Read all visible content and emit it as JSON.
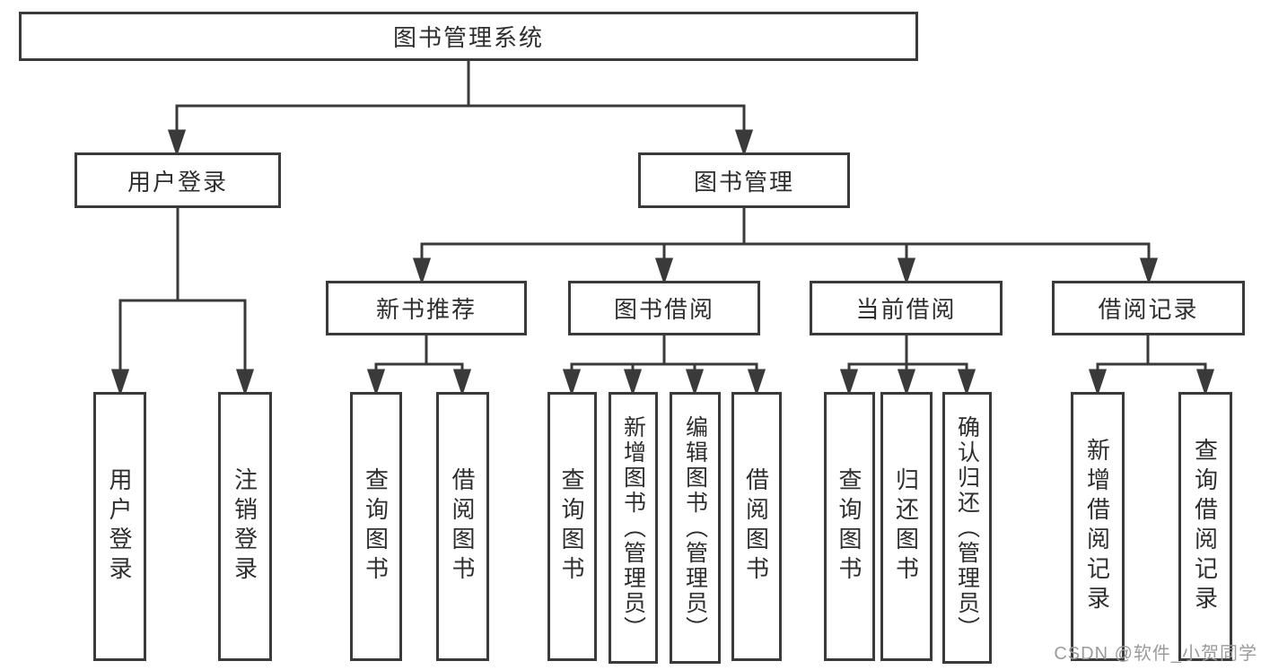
{
  "diagram": {
    "type": "hierarchy-tree",
    "title": "图书管理系统",
    "line_color": "#3a3a3a",
    "box_border_color": "#3a3a3a",
    "text_color": "#2e2e2e",
    "background_color": "#ffffff",
    "nodes": {
      "root": {
        "label": "图书管理系统"
      },
      "level2": [
        {
          "label": "用户登录",
          "parent": "图书管理系统"
        },
        {
          "label": "图书管理",
          "parent": "图书管理系统"
        }
      ],
      "level3": [
        {
          "label": "新书推荐",
          "parent": "图书管理"
        },
        {
          "label": "图书借阅",
          "parent": "图书管理"
        },
        {
          "label": "当前借阅",
          "parent": "图书管理"
        },
        {
          "label": "借阅记录",
          "parent": "图书管理"
        }
      ],
      "leaves": [
        {
          "label": "用户登录",
          "parent": "用户登录"
        },
        {
          "label": "注销登录",
          "parent": "用户登录"
        },
        {
          "label": "查询图书",
          "parent": "新书推荐"
        },
        {
          "label": "借阅图书",
          "parent": "新书推荐"
        },
        {
          "label": "查询图书",
          "parent": "图书借阅"
        },
        {
          "label": "新增图书（管理员）",
          "parent": "图书借阅"
        },
        {
          "label": "编辑图书（管理员）",
          "parent": "图书借阅"
        },
        {
          "label": "借阅图书",
          "parent": "图书借阅"
        },
        {
          "label": "查询图书",
          "parent": "当前借阅"
        },
        {
          "label": "归还图书",
          "parent": "当前借阅"
        },
        {
          "label": "确认归还（管理员）",
          "parent": "当前借阅"
        },
        {
          "label": "新增借阅记录",
          "parent": "借阅记录"
        },
        {
          "label": "查询借阅记录",
          "parent": "借阅记录"
        }
      ]
    }
  },
  "watermark": {
    "text": "CSDN @软件_小贺同学",
    "color": "#9b9b9b"
  }
}
